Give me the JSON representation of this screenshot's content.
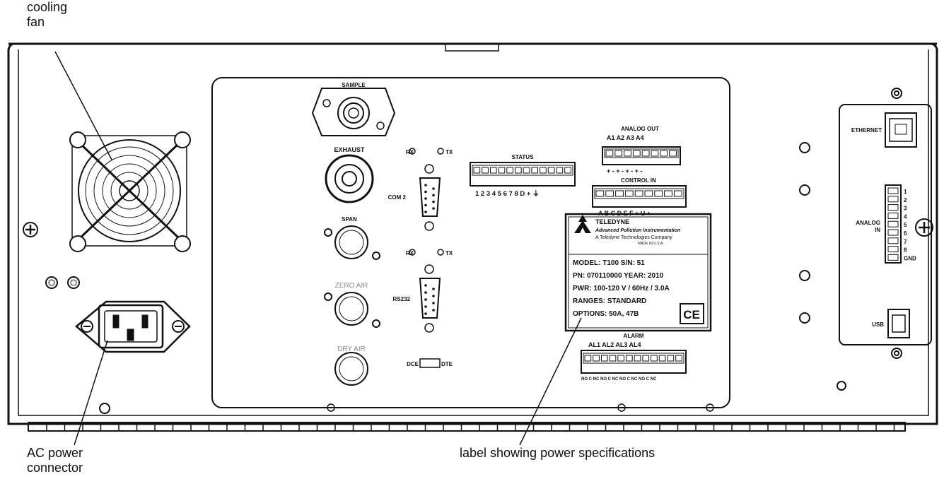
{
  "callouts": {
    "cooling_fan": "cooling\nfan",
    "ac_power": "AC power\nconnector",
    "label_power": "label showing power specifications"
  },
  "ports": {
    "sample": "SAMPLE",
    "exhaust": "EXHAUST",
    "span": "SPAN",
    "zero_air": "ZERO AIR",
    "dry_air": "DRY AIR"
  },
  "com2": {
    "title": "COM 2",
    "rx": "RX",
    "tx": "TX"
  },
  "rs232": {
    "title": "RS232",
    "rx": "RX",
    "tx": "TX"
  },
  "dce_dte": {
    "left": "DCE",
    "right": "DTE"
  },
  "status": {
    "title": "STATUS",
    "pins": "1 2 3 4 5 6 7 8 D  + ⏚"
  },
  "analog_out": {
    "title": "ANALOG OUT",
    "channels": "A1   A2   A3   A4",
    "polarity": "+  -  +  -  +  -  +  -"
  },
  "control_in": {
    "title": "CONTROL IN",
    "pins": "A B C D E F + U +"
  },
  "alarm": {
    "title": "ALARM",
    "channels": "AL1   AL2   AL3   AL4",
    "pins": "NO C NC NO C NC NO C NC NO C NC"
  },
  "ethernet": "ETHERNET",
  "analog_in": {
    "title": "ANALOG\nIN",
    "pins": [
      "1",
      "2",
      "3",
      "4",
      "5",
      "6",
      "7",
      "8",
      "GND"
    ]
  },
  "usb": "USB",
  "label_plate": {
    "brand": "TELEDYNE",
    "line1": "Advanced Pollution Instrumentation",
    "line2": "A Teledyne Technologies Company",
    "line3": "MADE IN U.S.A.",
    "model": "MODEL:  T100    S/N:  51",
    "pn": "PN:  070110000      YEAR:  2010",
    "pwr": "PWR:  100-120 V / 60Hz / 3.0A",
    "ranges": "RANGES:  STANDARD",
    "options": "OPTIONS: 50A, 47B",
    "ce": "CE"
  }
}
